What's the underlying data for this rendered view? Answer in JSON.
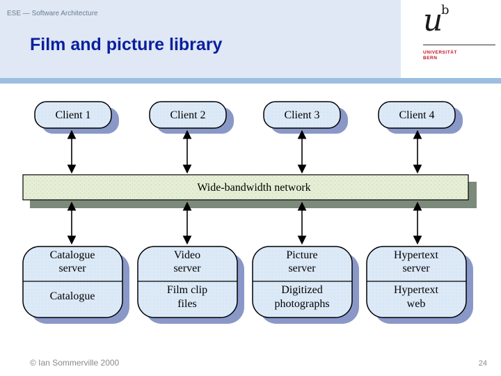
{
  "header": {
    "course": "ESE — Software Architecture",
    "title": "Film and picture library"
  },
  "logo": {
    "u": "u",
    "b": "b",
    "line1": "UNIVERSITÄT",
    "line2": "BERN"
  },
  "diagram": {
    "clients": [
      "Client 1",
      "Client 2",
      "Client 3",
      "Client 4"
    ],
    "network": "Wide-bandwidth network",
    "servers": [
      {
        "top": [
          "Catalogue",
          "server"
        ],
        "bottom": [
          "Catalogue"
        ]
      },
      {
        "top": [
          "Video",
          "server"
        ],
        "bottom": [
          "Film clip",
          "files"
        ]
      },
      {
        "top": [
          "Picture",
          "server"
        ],
        "bottom": [
          "Digitized",
          "photographs"
        ]
      },
      {
        "top": [
          "Hypertext",
          "server"
        ],
        "bottom": [
          "Hypertext",
          "web"
        ]
      }
    ]
  },
  "footer": {
    "copyright": "© Ian Sommerville 2000",
    "page_number": "24"
  },
  "colors": {
    "title": "#0a1f9e",
    "header_bg": "#dfe8f4",
    "box_fill": "#dce9f7",
    "shadow": "#8a98c8"
  }
}
